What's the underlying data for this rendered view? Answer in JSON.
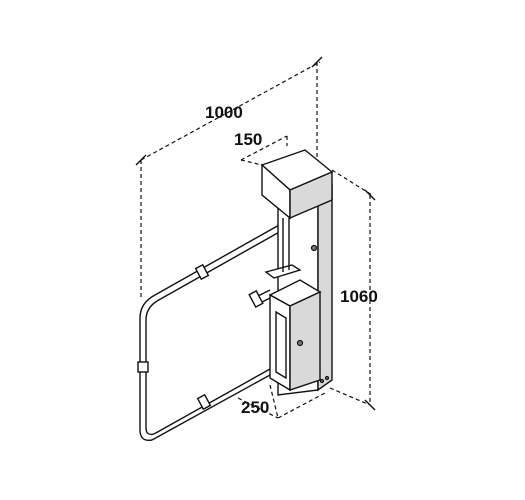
{
  "diagram": {
    "dimensions": {
      "width": "1000",
      "depth": "150",
      "height": "1060",
      "base": "250"
    }
  }
}
